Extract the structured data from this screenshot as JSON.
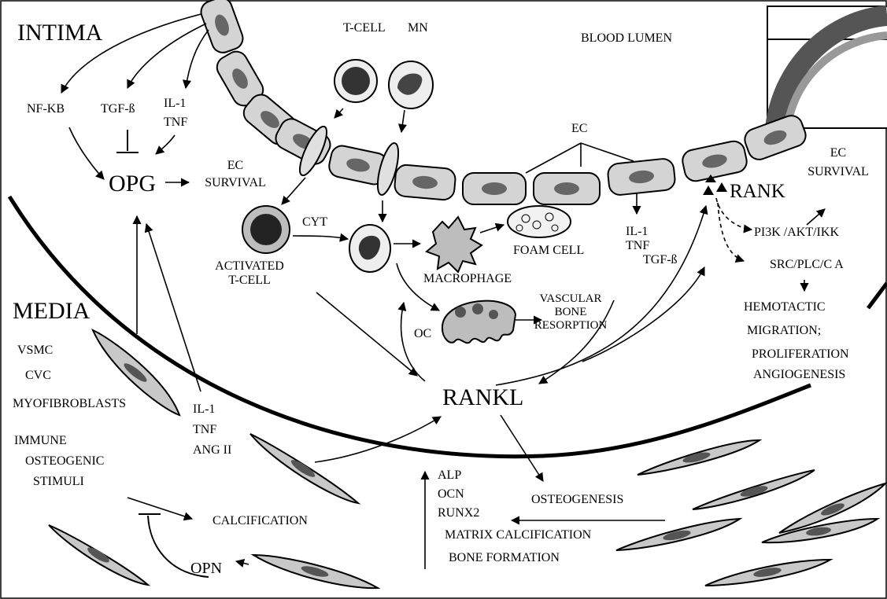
{
  "colors": {
    "ink": "#000000",
    "paper": "#ffffff",
    "cell": "#d9d9d9",
    "nucleus": "#666666"
  },
  "regions": {
    "intima": "INTIMA",
    "media": "MEDIA",
    "blood_lumen": "BLOOD LUMEN"
  },
  "cells": {
    "t_cell": "T-CELL",
    "mn": "MN",
    "ec": "EC",
    "activated_t_cell": [
      "ACTIVATED",
      "T-CELL"
    ],
    "macrophage": "MACROPHAGE",
    "foam_cell": "FOAM CELL",
    "oc": "OC",
    "cyt": "CYT",
    "vsmc": "VSMC",
    "cvc": "CVC",
    "myofibroblasts": "MYOFIBROBLASTS"
  },
  "molecules": {
    "opg": "OPG",
    "rank": "RANK",
    "rankl": "RANKL",
    "opn": "OPN",
    "nf_kb": "NF-KB",
    "tgf_beta": "TGF-ß",
    "il1_tnf_top": [
      "IL-1",
      "TNF"
    ],
    "il1_tnf_tgf": [
      "IL-1",
      "TNF",
      "TGF-ß"
    ],
    "il1_tnf_ang": [
      "IL-1",
      "TNF",
      "ANG II"
    ],
    "markers": [
      "ALP",
      "OCN",
      "RUNX2"
    ]
  },
  "processes": {
    "ec_survival_left": [
      "EC",
      "SURVIVAL"
    ],
    "ec_survival_right": [
      "EC",
      "SURVIVAL"
    ],
    "vascular_bone_resorption": [
      "VASCULAR",
      "BONE",
      "RESORPTION"
    ],
    "signaling_1": "PI3K /AKT/IKK",
    "signaling_2": "SRC/PLC/C A",
    "outcomes": [
      "HEMOTACTIC",
      "MIGRATION;",
      "PROLIFERATION",
      "ANGIOGENESIS"
    ],
    "stimuli": [
      "IMMUNE",
      "OSTEOGENIC",
      "STIMULI"
    ],
    "calcification": "CALCIFICATION",
    "osteogenesis": "OSTEOGENESIS",
    "matrix_calcification": "MATRIX CALCIFICATION",
    "bone_formation": "BONE FORMATION"
  }
}
